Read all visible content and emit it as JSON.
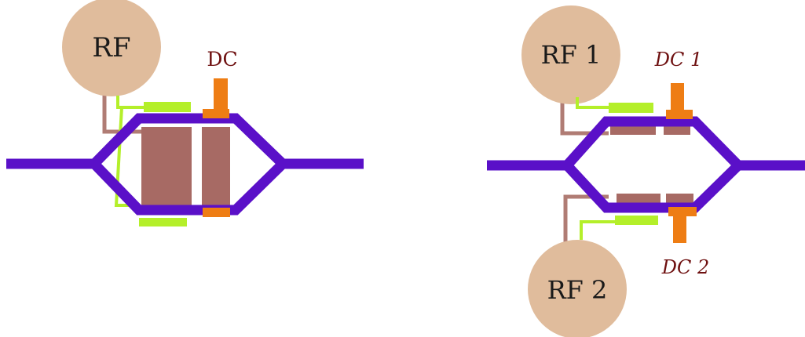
{
  "diagram": {
    "left_panel": {
      "rf_label": "RF",
      "dc_label": "DC"
    },
    "right_panel": {
      "rf1_label": "RF 1",
      "dc1_label": "DC 1",
      "rf2_label": "RF 2",
      "dc2_label": "DC 2"
    },
    "colors": {
      "waveguide": "#5a10c8",
      "rf_pad": "#e0bc9c",
      "rf_trace": "#b07c74",
      "electrode": "#a76a64",
      "ground_trace": "#b4ef2a",
      "dc_contact": "#ee7d14",
      "label_text": "#6e1010"
    }
  }
}
